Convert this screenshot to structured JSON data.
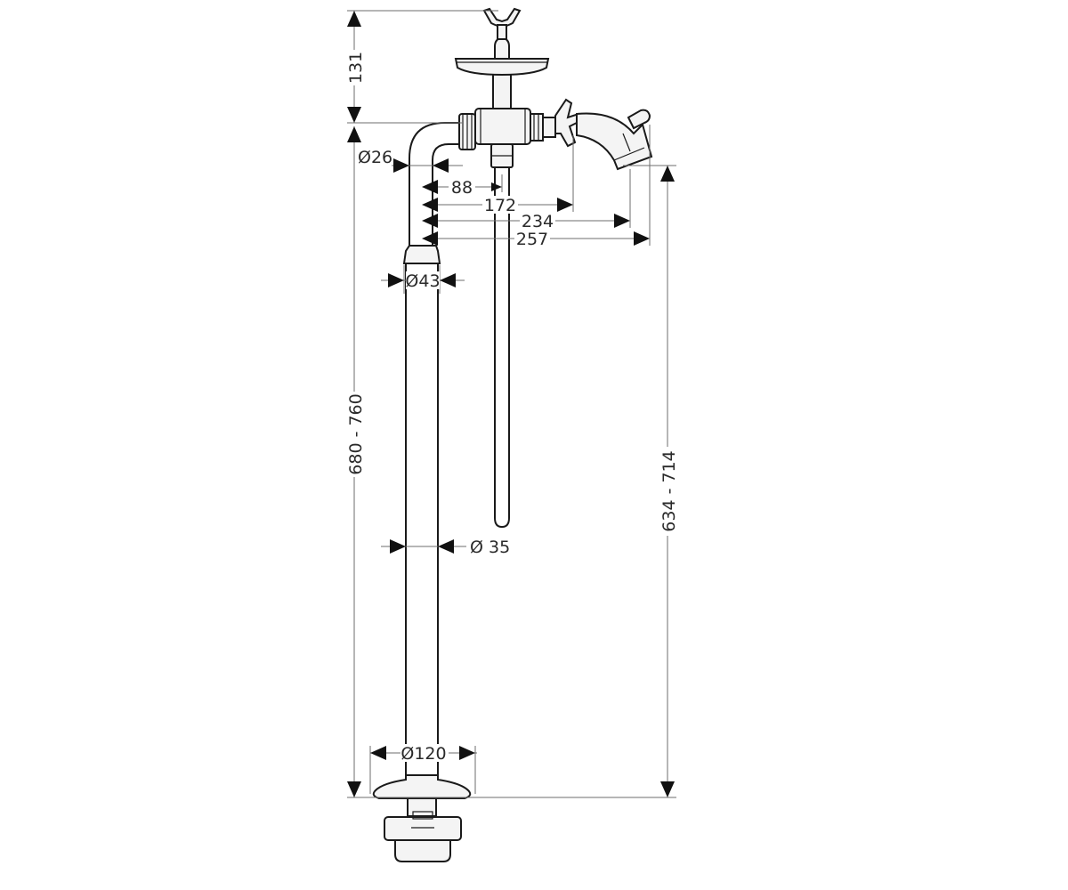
{
  "dimensions": {
    "top_height": "131",
    "total_height": "680 - 760",
    "spout_height": "634 - 714",
    "inner_pipe_diameter": "Ø26",
    "offset_88": "88",
    "offset_172": "172",
    "offset_234": "234",
    "offset_257": "257",
    "collar_diameter": "Ø43",
    "pipe_diameter": "Ø 35",
    "base_diameter": "Ø120"
  },
  "colors": {
    "line": "#1a1a1a",
    "dimension_line": "#6e6e6e",
    "arrow": "#111111"
  }
}
